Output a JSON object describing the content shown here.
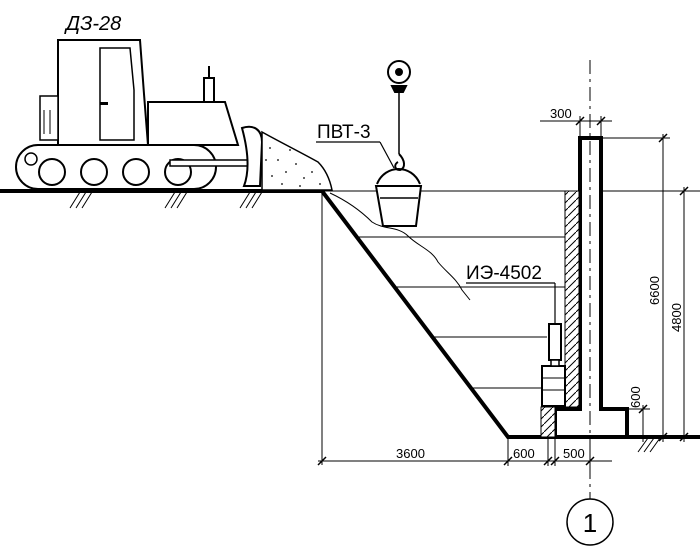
{
  "labels": {
    "bulldozer": "ДЗ-28",
    "bucket": "ПВТ-3",
    "vibrator": "ИЭ-4502"
  },
  "dimensions": {
    "wall_top_width": "300",
    "total_height": "6600",
    "fill_height": "4800",
    "footing_height": "600",
    "slope_width": "3600",
    "gap_width": "600",
    "footing_half_width": "500"
  },
  "axis_marker": "1",
  "colors": {
    "line": "#000000",
    "background": "#ffffff"
  }
}
